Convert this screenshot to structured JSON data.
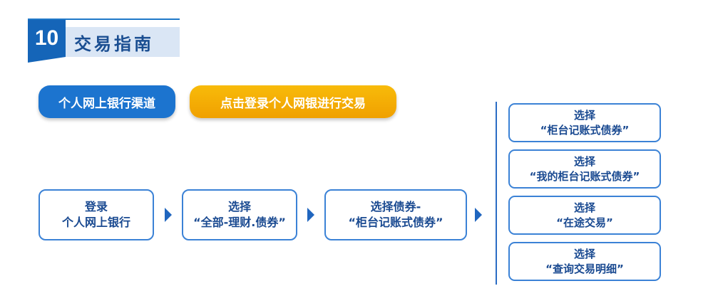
{
  "header": {
    "number": "10",
    "title": "交易指南"
  },
  "channel_label": "个人网上银行渠道",
  "instruction": "点击登录个人网银进行交易",
  "steps": [
    {
      "line1": "登录",
      "line2": "个人网上银行"
    },
    {
      "line1": "选择",
      "line2": "“全部-理财.债券”"
    },
    {
      "line1": "选择债券-",
      "line2": "“柜台记账式债券”"
    }
  ],
  "options": [
    {
      "line1": "选择",
      "line2": "“柜台记账式债券”"
    },
    {
      "line1": "选择",
      "line2": "“我的柜台记账式债券”"
    },
    {
      "line1": "选择",
      "line2": "“在途交易”"
    },
    {
      "line1": "选择",
      "line2": "“查询交易明细”"
    }
  ],
  "colors": {
    "primary": "#1c74cf",
    "accent": "#f5ad00",
    "border": "#3b82d6",
    "text": "#1a4a91"
  }
}
